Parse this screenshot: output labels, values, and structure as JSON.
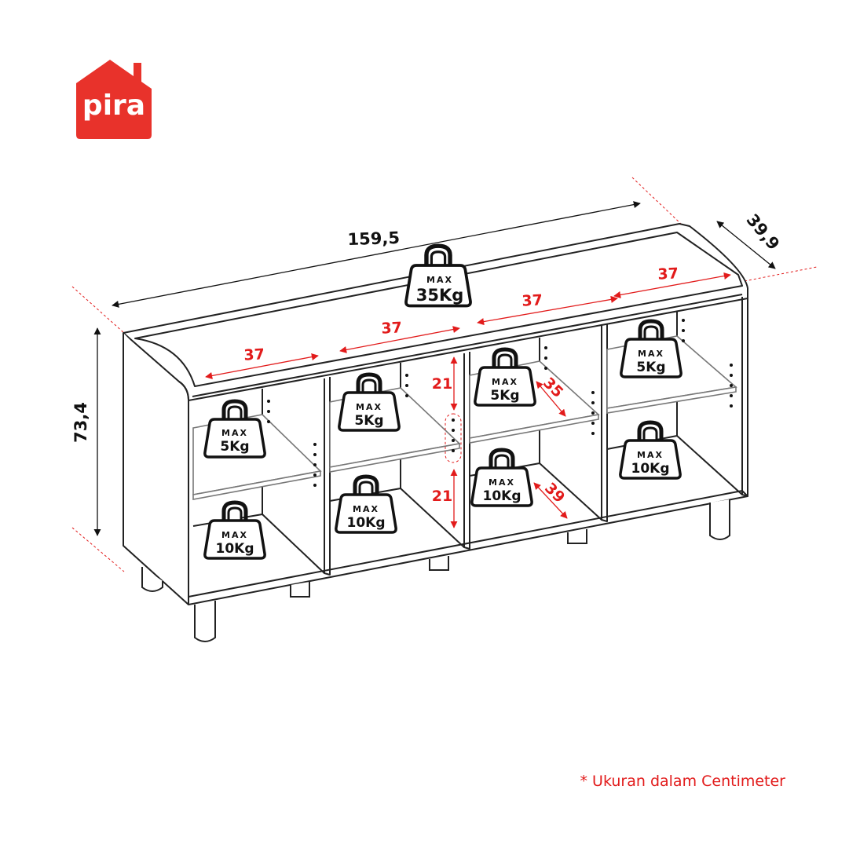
{
  "brand": {
    "name": "pira",
    "color": "#e8322b"
  },
  "dimensions": {
    "width": "159,5",
    "depth": "39,9",
    "height": "73,4"
  },
  "compartments": {
    "c1_width": "37",
    "c2_width": "37",
    "c3_width": "37",
    "c4_width": "37",
    "upper_height": "21",
    "lower_height": "21",
    "shelf_depth": "35",
    "inner_depth": "39"
  },
  "loads": {
    "max_label": "MAX",
    "top": "35Kg",
    "shelf_1": "5Kg",
    "shelf_2": "5Kg",
    "shelf_3": "5Kg",
    "shelf_4": "5Kg",
    "bottom_1": "10Kg",
    "bottom_2": "10Kg",
    "bottom_3": "10Kg",
    "bottom_4": "10Kg"
  },
  "note": "* Ukuran dalam Centimeter",
  "colors": {
    "line": "#222222",
    "accent": "#e21b1b",
    "shelf": "#888888"
  }
}
